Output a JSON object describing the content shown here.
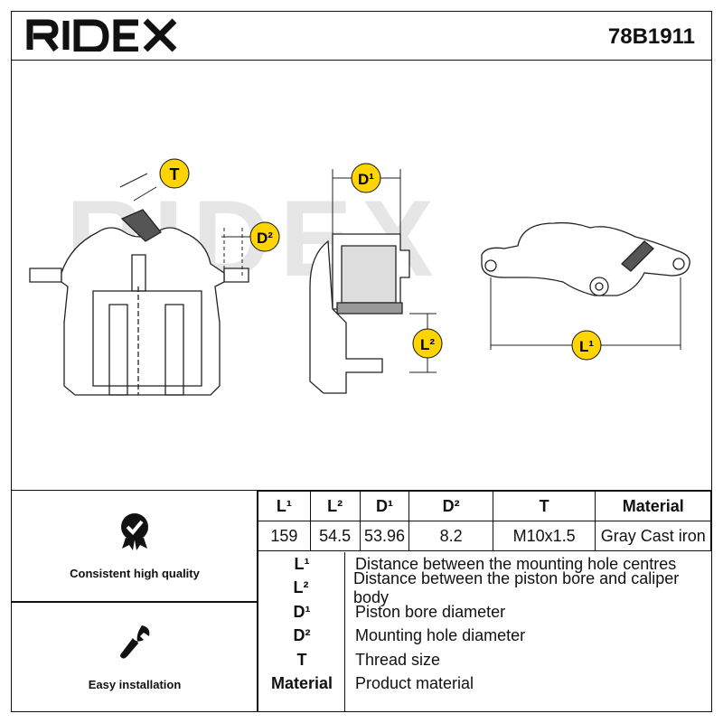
{
  "header": {
    "brand": "RIDEX",
    "part_number": "78B1911"
  },
  "drawing": {
    "watermark": "RIDEX",
    "callouts": {
      "T": "T",
      "D1": "D¹",
      "D2": "D²",
      "L1": "L¹",
      "L2": "L²"
    }
  },
  "features": [
    {
      "icon": "quality-badge-icon",
      "label": "Consistent high quality"
    },
    {
      "icon": "wrench-icon",
      "label": "Easy installation"
    }
  ],
  "dimensions": {
    "headers": [
      "L¹",
      "L²",
      "D¹",
      "D²",
      "T",
      "Material"
    ],
    "values": [
      "159",
      "54.5",
      "53.96",
      "8.2",
      "M10x1.5",
      "Gray Cast iron"
    ]
  },
  "legend": [
    {
      "key": "L¹",
      "text": "Distance between the mounting hole centres"
    },
    {
      "key": "L²",
      "text": "Distance between the piston bore and caliper body"
    },
    {
      "key": "D¹",
      "text": "Piston bore diameter"
    },
    {
      "key": "D²",
      "text": "Mounting hole diameter"
    },
    {
      "key": "T",
      "text": "Thread size"
    },
    {
      "key": "Material",
      "text": "Product material"
    }
  ]
}
